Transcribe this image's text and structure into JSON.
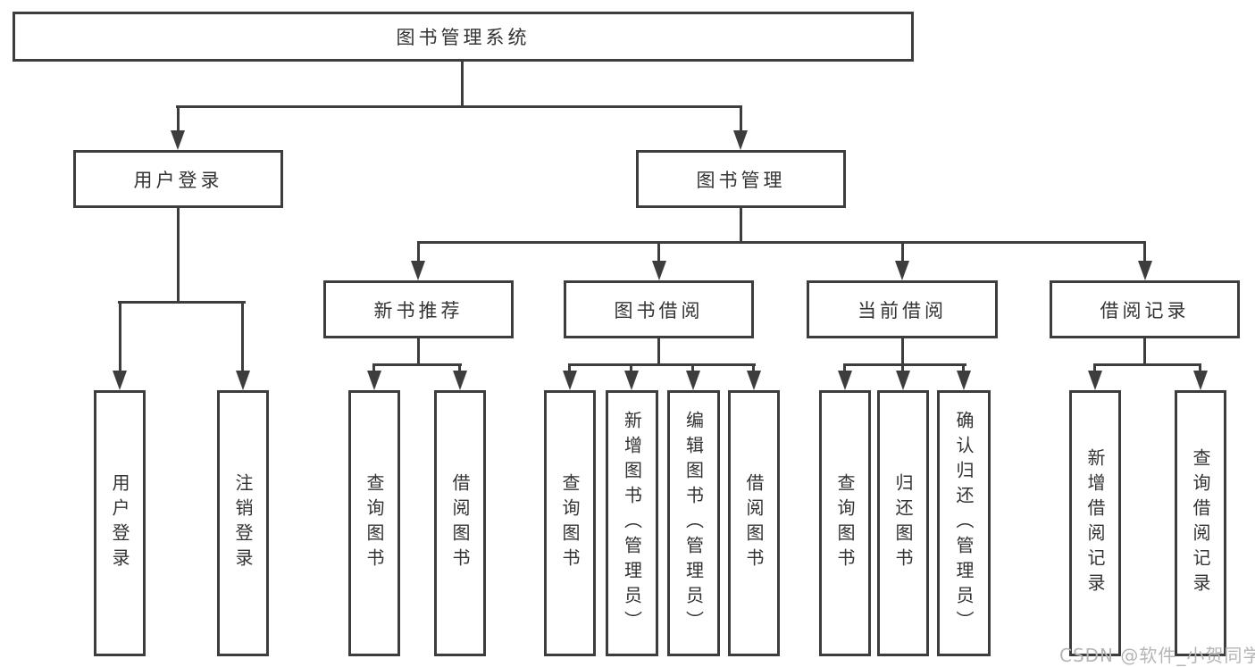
{
  "colors": {
    "line": "#3d3d3d",
    "text": "#333333",
    "background": "#ffffff",
    "watermark": "#b5b5b5"
  },
  "watermark": "CSDN @软件_小贺同学",
  "tree": {
    "root": {
      "label": "图书管理系统",
      "children": [
        {
          "label": "用户登录",
          "children": [
            {
              "label": "用户登录"
            },
            {
              "label": "注销登录"
            }
          ]
        },
        {
          "label": "图书管理",
          "children": [
            {
              "label": "新书推荐",
              "children": [
                {
                  "label": "查询图书"
                },
                {
                  "label": "借阅图书"
                }
              ]
            },
            {
              "label": "图书借阅",
              "children": [
                {
                  "label": "查询图书"
                },
                {
                  "label": "新增图书（管理员）"
                },
                {
                  "label": "编辑图书（管理员）"
                },
                {
                  "label": "借阅图书"
                }
              ]
            },
            {
              "label": "当前借阅",
              "children": [
                {
                  "label": "查询图书"
                },
                {
                  "label": "归还图书"
                },
                {
                  "label": "确认归还（管理员）"
                }
              ]
            },
            {
              "label": "借阅记录",
              "children": [
                {
                  "label": "新增借阅记录"
                },
                {
                  "label": "查询借阅记录"
                }
              ]
            }
          ]
        }
      ]
    }
  }
}
